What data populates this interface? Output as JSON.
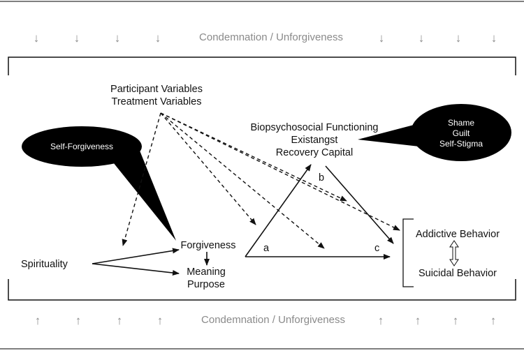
{
  "frame": {
    "top_label": "Condemnation / Unforgiveness",
    "bottom_label": "Condemnation / Unforgiveness",
    "down_arrow": "↓",
    "up_arrow": "↑"
  },
  "nodes": {
    "participant_variables": "Participant Variables",
    "treatment_variables": "Treatment Variables",
    "biopsychosocial": "Biopsychosocial Functioning",
    "existangst": "Existangst",
    "recovery_capital": "Recovery Capital",
    "shame": "Shame",
    "guilt": "Guilt",
    "self_stigma": "Self-Stigma",
    "self_forgiveness": "Self-Forgiveness",
    "spirituality": "Spirituality",
    "forgiveness": "Forgiveness",
    "meaning": "Meaning",
    "purpose": "Purpose",
    "addictive_behavior": "Addictive Behavior",
    "suicidal_behavior": "Suicidal Behavior"
  },
  "paths": {
    "a": "a",
    "b": "b",
    "c": "c"
  },
  "colors": {
    "line": "#111111",
    "frame_text": "#8a8a8a",
    "bubble": "#000000"
  }
}
